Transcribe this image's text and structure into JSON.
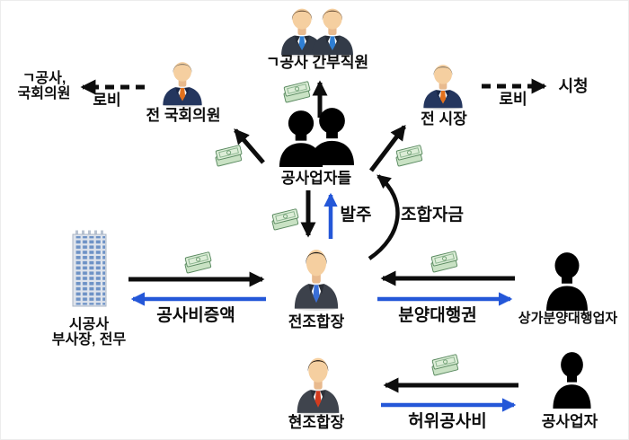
{
  "diagram": {
    "background": "#ffffff",
    "colors": {
      "arrow_black": "#0d0d0d",
      "arrow_blue": "#2457d8",
      "silhouette": "#000000",
      "money_bill": "#dcedd7"
    },
    "icons": {
      "money": "green-banknotes",
      "building": "office-tower",
      "silhouette": "anonymous-black-bust",
      "businessman": "suit-avatar"
    },
    "nodes": {
      "gongsa_executives": {
        "label": "ㄱ공사 간부직원"
      },
      "lobby_target": {
        "line1": "ㄱ공사,",
        "line2": "국회의원"
      },
      "former_congressman": {
        "label": "전 국회의원"
      },
      "former_mayor": {
        "label": "전 시장"
      },
      "city_hall": {
        "label": "시청"
      },
      "contractors_group": {
        "label": "공사업자들"
      },
      "former_union_head": {
        "label": "전조합장"
      },
      "construction_company": {
        "line1": "시공사",
        "line2": "부사장, 전무"
      },
      "sales_agent": {
        "label": "상가분양대행업자"
      },
      "current_union_head": {
        "label": "현조합장"
      },
      "contractor": {
        "label": "공사업자"
      }
    },
    "edges": {
      "lobby_left": {
        "label": "로비"
      },
      "lobby_right": {
        "label": "로비"
      },
      "order": {
        "label": "발주"
      },
      "union_funds": {
        "label": "조합자금"
      },
      "cost_increase": {
        "label": "공사비증액"
      },
      "sales_agency_rights": {
        "label": "분양대행권"
      },
      "false_construction_cost": {
        "label": "허위공사비"
      }
    }
  }
}
